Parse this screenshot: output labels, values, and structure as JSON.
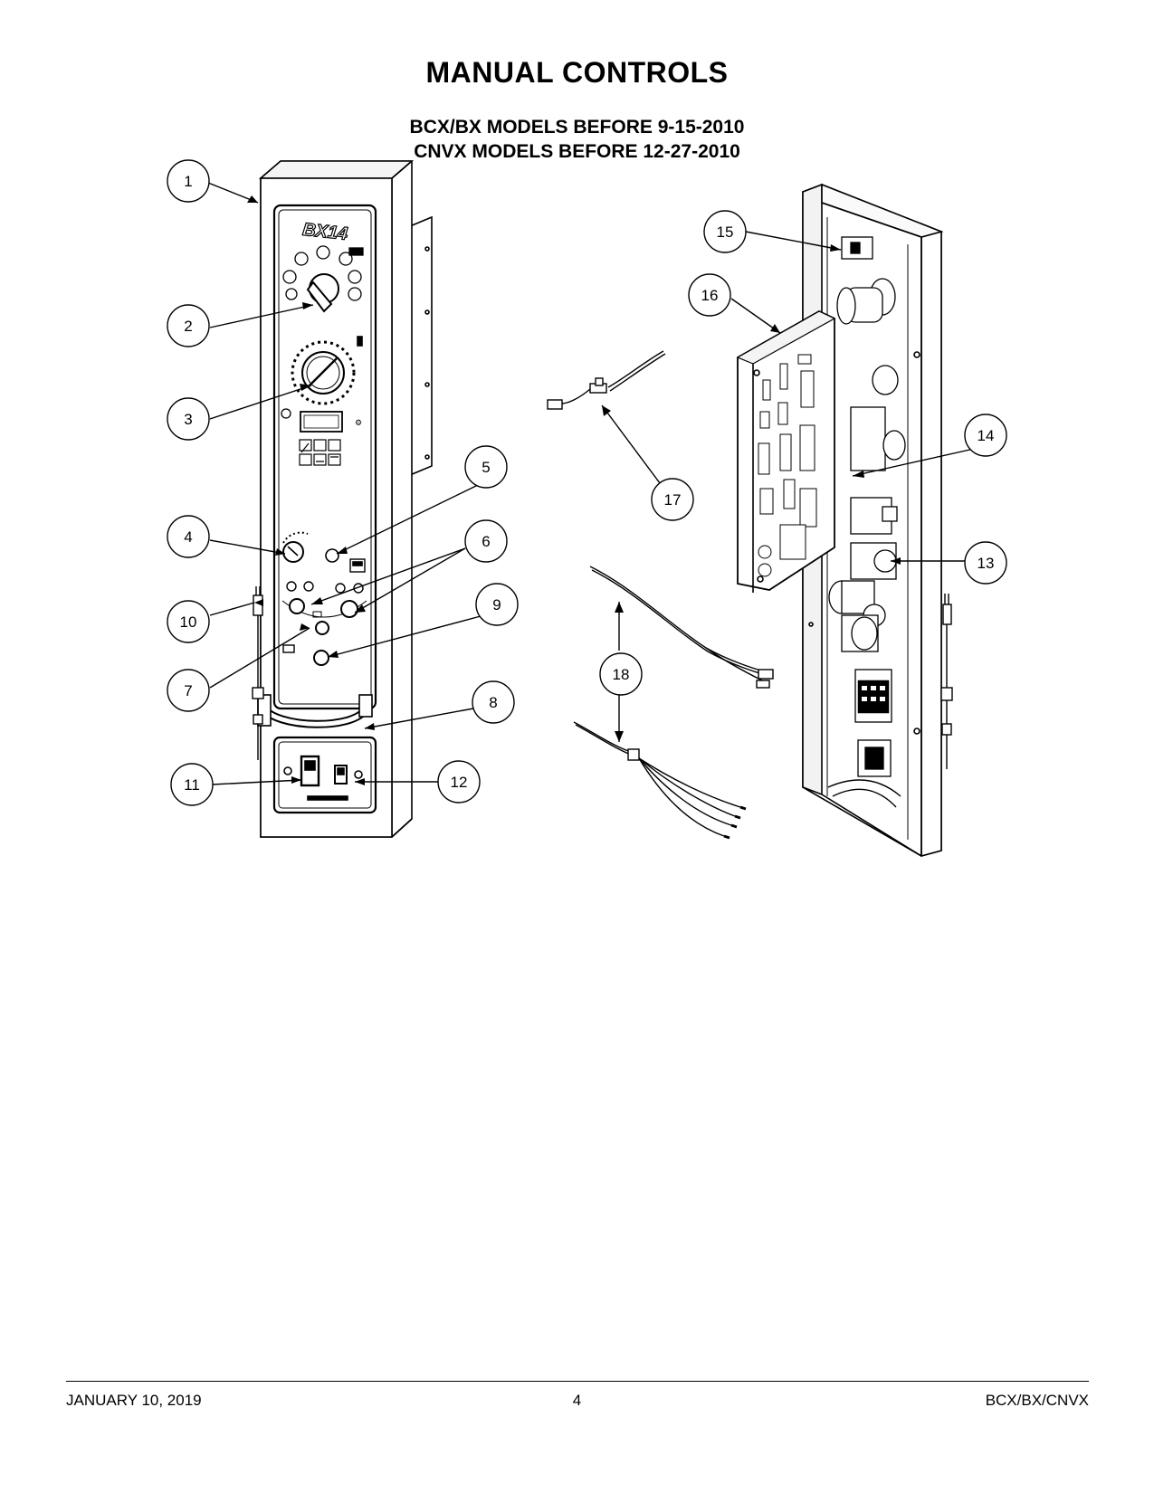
{
  "page": {
    "title": "MANUAL CONTROLS",
    "subtitle_line1": "BCX/BX MODELS BEFORE 9-15-2010",
    "subtitle_line2": "CNVX MODELS BEFORE 12-27-2010"
  },
  "panel": {
    "model_label": "BX14"
  },
  "callouts": [
    {
      "number": "1"
    },
    {
      "number": "2"
    },
    {
      "number": "3"
    },
    {
      "number": "4"
    },
    {
      "number": "5"
    },
    {
      "number": "6"
    },
    {
      "number": "7"
    },
    {
      "number": "8"
    },
    {
      "number": "9"
    },
    {
      "number": "10"
    },
    {
      "number": "11"
    },
    {
      "number": "12"
    },
    {
      "number": "13"
    },
    {
      "number": "14"
    },
    {
      "number": "15"
    },
    {
      "number": "16"
    },
    {
      "number": "17"
    },
    {
      "number": "18"
    }
  ],
  "footer": {
    "date": "JANUARY 10, 2019",
    "page_number": "4",
    "models": "BCX/BX/CNVX"
  }
}
